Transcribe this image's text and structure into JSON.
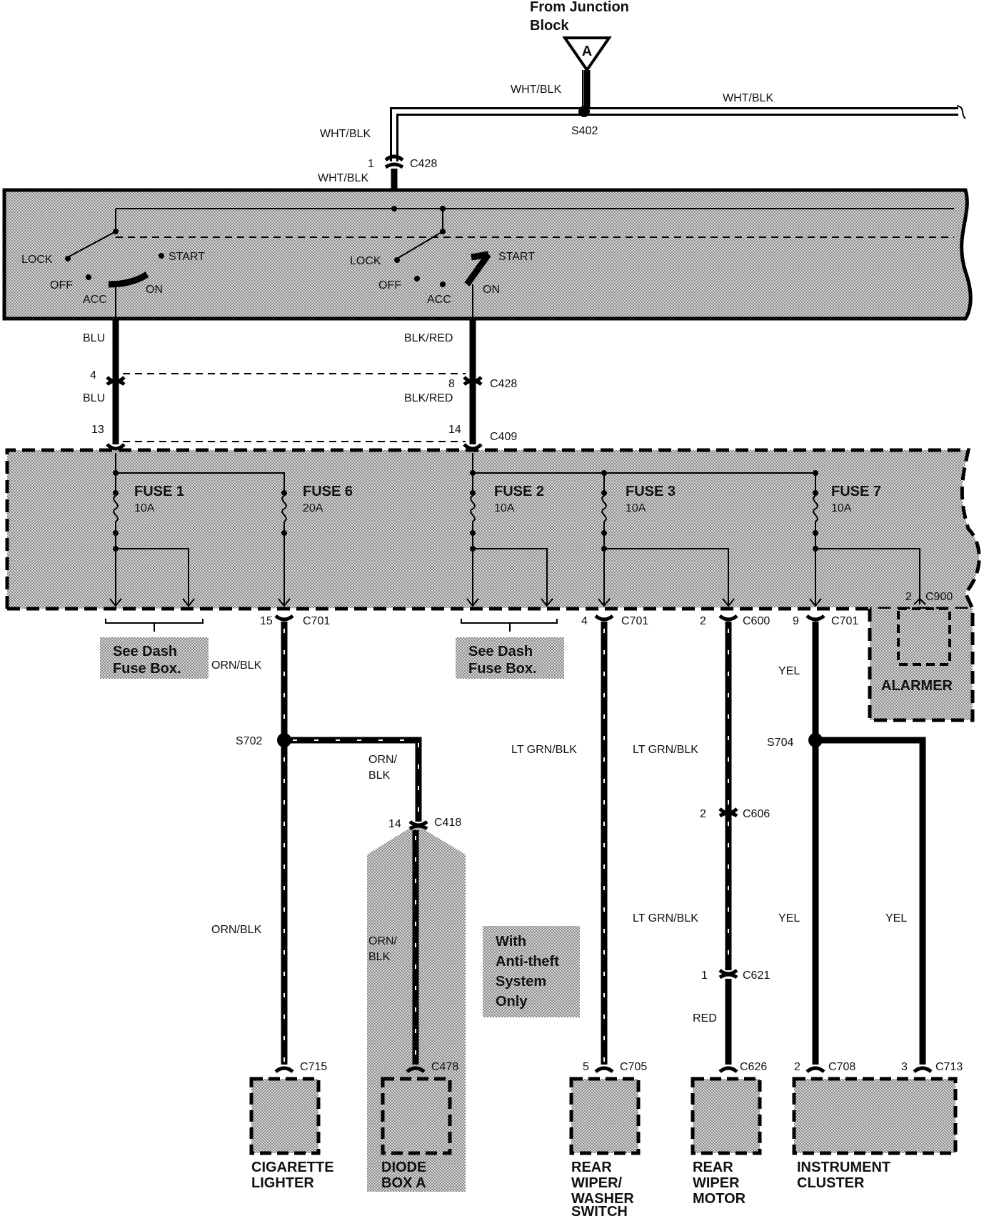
{
  "source": {
    "line1": "From Junction",
    "line2": "Block",
    "connector": "A"
  },
  "wires": {
    "wht_blk": "WHT/BLK",
    "blu": "BLU",
    "blk_red": "BLK/RED",
    "orn_blk": "ORN/BLK",
    "orn": "ORN/",
    "blk": "BLK",
    "lt_grn_blk": "LT GRN/BLK",
    "yel": "YEL",
    "red": "RED"
  },
  "splices": {
    "s402": "S402",
    "s702": "S702",
    "s704": "S704"
  },
  "connectors": {
    "c428": "C428",
    "c409": "C409",
    "c701": "C701",
    "c600": "C600",
    "c900": "C900",
    "c418": "C418",
    "c606": "C606",
    "c621": "C621",
    "c715": "C715",
    "c478": "C478",
    "c705": "C705",
    "c626": "C626",
    "c708": "C708",
    "c713": "C713"
  },
  "pins": {
    "p1": "1",
    "p4": "4",
    "p8": "8",
    "p13": "13",
    "p14": "14",
    "p15": "15",
    "p2": "2",
    "p9": "9",
    "p5": "5",
    "p3": "3"
  },
  "switch": {
    "lock": "LOCK",
    "start": "START",
    "off": "OFF",
    "acc": "ACC",
    "on": "ON"
  },
  "fuses": [
    {
      "name": "FUSE 1",
      "rating": "10A"
    },
    {
      "name": "FUSE 6",
      "rating": "20A"
    },
    {
      "name": "FUSE 2",
      "rating": "10A"
    },
    {
      "name": "FUSE 3",
      "rating": "10A"
    },
    {
      "name": "FUSE 7",
      "rating": "10A"
    }
  ],
  "notes": {
    "see_dash_1": "See Dash",
    "see_dash_2": "Fuse Box.",
    "anti_theft": [
      "With",
      "Anti-theft",
      "System",
      "Only"
    ]
  },
  "components": {
    "alarmer": "ALARMER",
    "cig_1": "CIGARETTE",
    "cig_2": "LIGHTER",
    "diode_1": "DIODE",
    "diode_2": "BOX A",
    "rws_1": "REAR",
    "rws_2": "WIPER/",
    "rws_3": "WASHER",
    "rws_4": "SWITCH",
    "rwm_1": "REAR",
    "rwm_2": "WIPER",
    "rwm_3": "MOTOR",
    "ic_1": "INSTRUMENT",
    "ic_2": "CLUSTER"
  },
  "colors": {
    "ink": "#000000",
    "paper": "#ffffff",
    "fill_gray": "#c8c8c8"
  }
}
